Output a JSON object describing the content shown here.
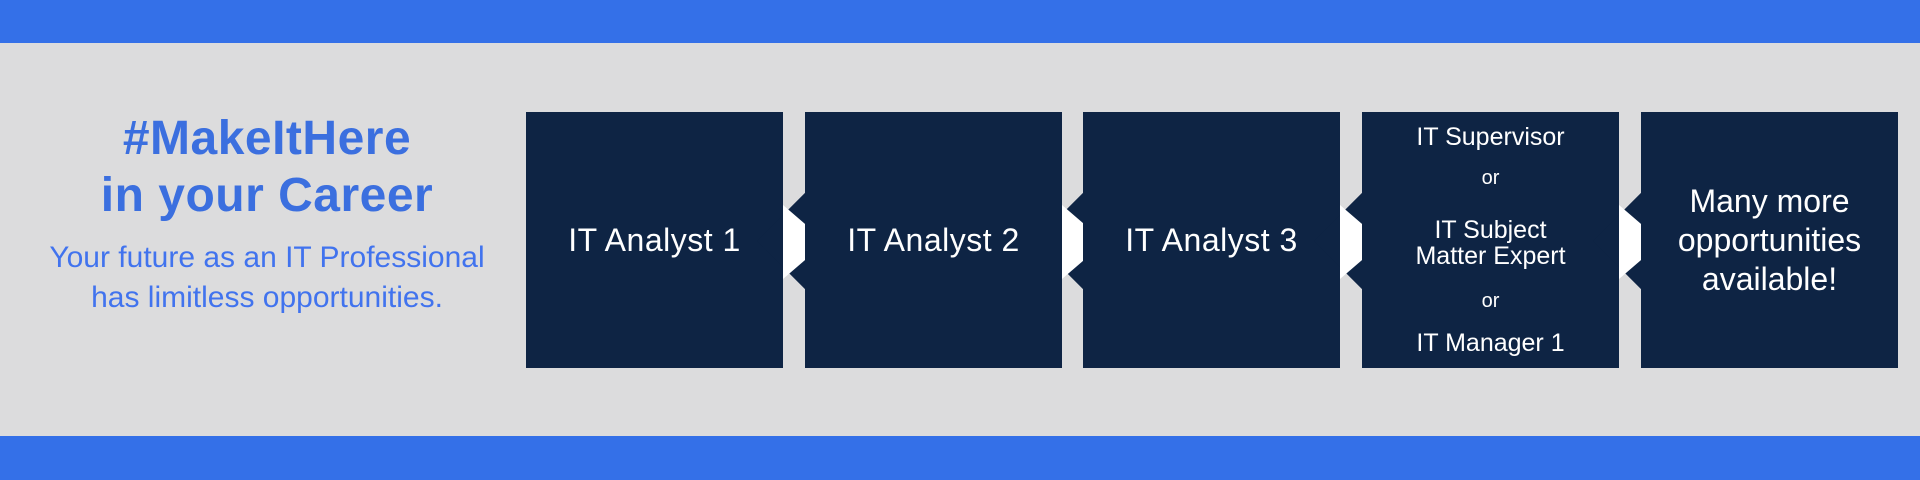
{
  "title": "#MakeItHere IT career path banner",
  "colors": {
    "bar_blue": "#3470E8",
    "heading_blue": "#3B6FDF",
    "subtitle_blue": "#4173EE",
    "box_navy": "#0E2444",
    "background_gray": "#DCDCDD",
    "box_text": "#FFFFFF",
    "arrow_white": "#FFFFFF"
  },
  "intro": {
    "heading_line1": "#MakeItHere",
    "heading_line2": "in your Career",
    "subtitle_line1": "Your future as an IT Professional",
    "subtitle_line2": "has limitless opportunities."
  },
  "pipeline": {
    "steps": [
      {
        "label": "IT Analyst 1"
      },
      {
        "label": "IT Analyst 2"
      },
      {
        "label": "IT Analyst 3"
      },
      {
        "lines": [
          "IT Supervisor",
          "or",
          "IT Subject",
          "Matter Expert",
          "or",
          "IT Manager 1"
        ]
      },
      {
        "lines": [
          "Many more",
          "opportunities",
          "available!"
        ]
      }
    ]
  }
}
